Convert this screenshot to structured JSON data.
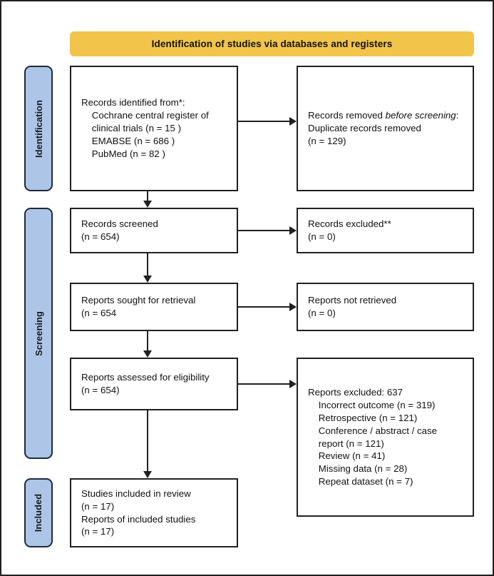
{
  "banner": {
    "title": "Identification of studies via databases and registers",
    "color": "#f2c44a"
  },
  "phases": [
    {
      "id": "identification",
      "label": "Identification"
    },
    {
      "id": "screening",
      "label": "Screening"
    },
    {
      "id": "included",
      "label": "Included"
    }
  ],
  "phase_color": "#adc6e8",
  "boxes": {
    "identified": {
      "title": "Records identified from*:",
      "lines": [
        "Cochrane central register of",
        "clinical trials (n = 15 )",
        "EMABSE (n = 686 )",
        "PubMed (n = 82 )"
      ],
      "text": "Records identified from*:\n    Cochrane central register of\n    clinical trials (n = 15 )\n    EMABSE (n = 686 )\n    PubMed (n = 82 )"
    },
    "removed": {
      "title_plain": "Records removed ",
      "title_italic": "before screening",
      "title_tail": ":",
      "lines": [
        "Duplicate records removed",
        "(n = 129)"
      ]
    },
    "screened": {
      "text": "Records screened\n(n = 654)"
    },
    "excluded": {
      "text": "Records excluded**\n(n = 0)"
    },
    "sought": {
      "text": "Reports sought for retrieval\n(n = 654"
    },
    "not_retrieved": {
      "text": "Reports not retrieved\n(n = 0)"
    },
    "assessed": {
      "text": "Reports assessed for eligibility\n(n = 654)"
    },
    "reasons": {
      "title": "Reports excluded: 637",
      "items": [
        "Incorrect outcome (n = 319)",
        "Retrospective (n = 121)",
        "Conference / abstract / case",
        "report (n = 121)",
        "Review (n = 41)",
        "Missing data (n = 28)",
        "Repeat dataset (n = 7)"
      ],
      "text": "Reports excluded: 637\n    Incorrect outcome (n = 319)\n    Retrospective (n = 121)\n    Conference / abstract / case\n    report (n = 121)\n    Review (n = 41)\n    Missing data (n = 28)\n    Repeat dataset (n = 7)"
    },
    "included": {
      "text": "Studies included in review\n(n = 17)\nReports of included studies\n(n = 17)"
    }
  }
}
